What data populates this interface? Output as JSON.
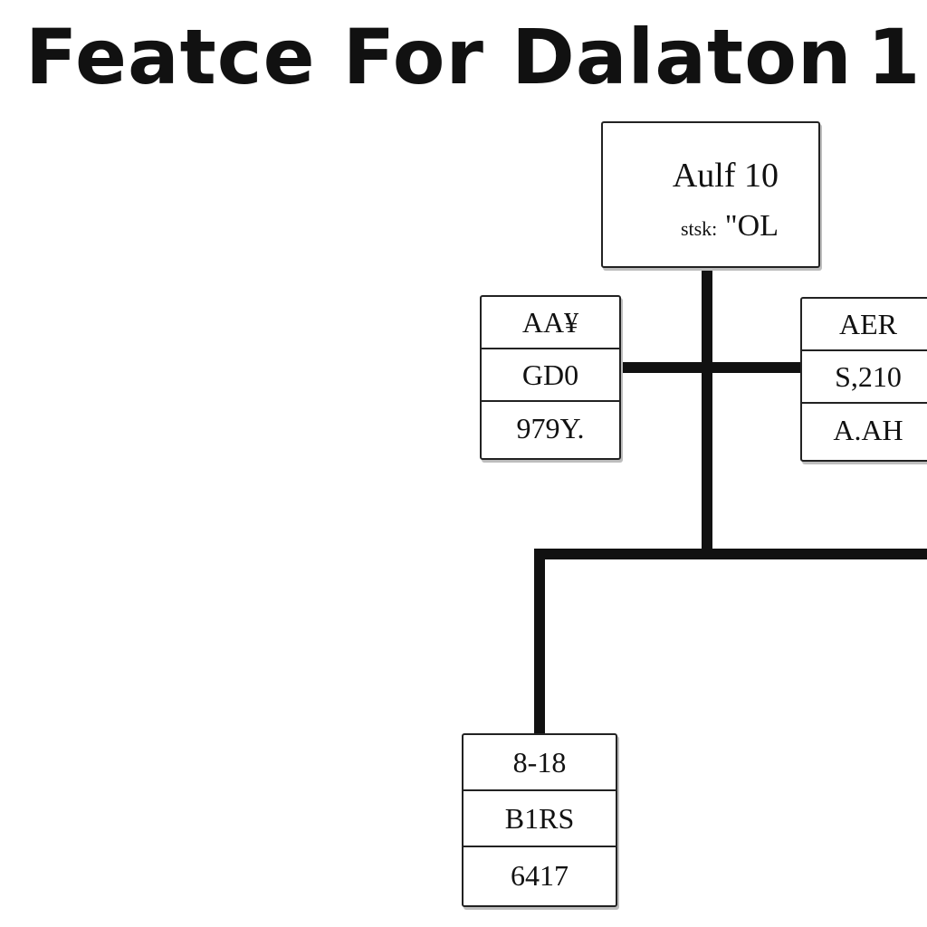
{
  "title": {
    "text": "Featce For Dalaton",
    "number": "1."
  },
  "nodes": {
    "root": {
      "line1": "Aulf 10",
      "line2_prefix": "stsk:",
      "line2_suffix": "\"OL"
    },
    "left": {
      "rows": [
        "AA¥",
        "GD0",
        "979Y."
      ]
    },
    "right": {
      "rows": [
        "AER",
        "S,210",
        "A.AH"
      ]
    },
    "bottom": {
      "rows": [
        "8-18",
        "B1RS",
        "6417"
      ]
    }
  },
  "colors": {
    "line": "#111111",
    "border": "#222222",
    "background": "#ffffff"
  }
}
